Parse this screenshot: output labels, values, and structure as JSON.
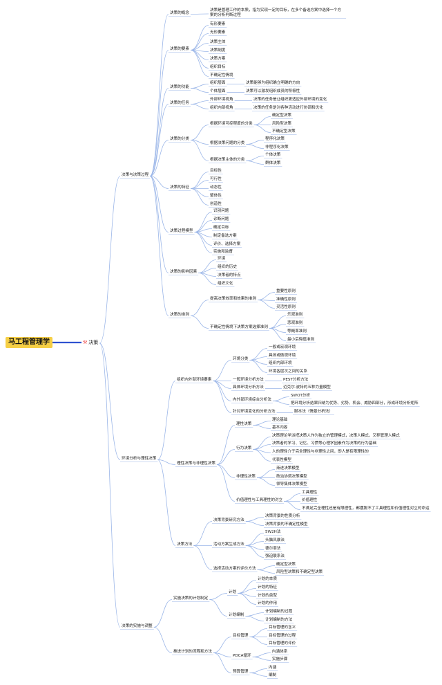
{
  "root": "马工程管理学",
  "main_topic": "决策",
  "main_icon": "tool-icon",
  "colors": {
    "root_bg": "#f6cf45",
    "root_link": "#2f52d0",
    "branch": "#9bb6e8"
  },
  "n": {
    "a": "决策与决策过程",
    "a1": "决策的概念",
    "a1a": "决策是管理工作的本质，指为实现一定的目标，在多个备选方案中选择一个方案的分析判断过程",
    "a2": "决策的要素",
    "a2a": "有形要素",
    "a2b": "无形要素",
    "a2c": "决策主体",
    "a2d": "决策制度",
    "a2e": "决策方案",
    "a2f": "组织目标",
    "a2g": "不确定性情境",
    "a3": "决策的功能",
    "a3a": "组织层面",
    "a3a1": "决策能够为组织确立明确的方向",
    "a3b": "个体层面",
    "a3b1": "决策可以激发组织成员的积极性",
    "a4": "决策的任务",
    "a4a": "外部环境视角",
    "a4a1": "决策的任务是让组织更适应外部环境的变化",
    "a4b": "组织内部视角",
    "a4b1": "决策的任务是对各种活动进行协调和优化",
    "a5": "决策的分类",
    "a5a": "根据环境可控程度的分类",
    "a5a1": "确定型决策",
    "a5a2": "风险型决策",
    "a5a3": "不确定型决策",
    "a5b": "根据决策问题的分类",
    "a5b1": "程序化决策",
    "a5b2": "非程序化决策",
    "a5c": "根据决策主体的分类",
    "a5c1": "个体决策",
    "a5c2": "群体决策",
    "a6": "决策的特征",
    "a6a": "目标性",
    "a6b": "可行性",
    "a6c": "动态性",
    "a6d": "整体性",
    "a6e": "创造性",
    "a7": "决策过程模型",
    "a7a": "识别问题",
    "a7b": "诊断问题",
    "a7c": "确定目标",
    "a7d": "制定备选方案",
    "a7e": "评价、选择方案",
    "a7f": "实施和监督",
    "a8": "决策的影响因素",
    "a8a": "环境",
    "a8b": "组织的历史",
    "a8c": "决策者的特点",
    "a8d": "组织文化",
    "a9": "决策的准则",
    "a9a": "提高决策效率和效果的准则",
    "a9a1": "重要性原则",
    "a9a2": "准确性原则",
    "a9a3": "灵活性原则",
    "a9b": "不确定性情境下决策方案选择准则",
    "a9b1": "乐观准则",
    "a9b2": "悲观准则",
    "a9b3": "等概率准则",
    "a9b4": "最小后悔值准则",
    "b": "环境分析与理性决策",
    "b1": "组织内外部环境要素",
    "b1a": "环境分类",
    "b1a1": "一般或宏观环境",
    "b1a2": "具体或微观环境",
    "b1a3": "组织内部环境",
    "b1a4": "环境各层次之间的关系",
    "b1b": "一般环境分析方法",
    "b1b1": "PEST分析方法",
    "b1c": "具体环境分析方法",
    "b1c1": "迈克尔·波特的五种力量模型",
    "b1d": "内外部环境综合分析法",
    "b1d1": "SWOT分析",
    "b1d2": "把环境分析结果归纳为优势、劣势、机会、威胁四部分，形成环境分析矩阵",
    "b1e": "针对环境变化的分析方法",
    "b1e1": "脚本法（情景分析法）",
    "b2": "理性决策与非理性决策",
    "b2a": "理性决策",
    "b2a1": "理论基础",
    "b2a2": "基本内容",
    "b2b": "行为决策",
    "b2b1": "决策理论学派把决策人作为独立的管理模式，决策人模式，又称管理人模式",
    "b2b2": "决策者的学习、记忆、习惯等心理学因素作为决策的行为基础",
    "b2b3": "人的理性介于完全理性与非理性之间，即人是有限理性的",
    "b2b4": "代表性模型",
    "b2c": "非理性决策",
    "b2c1": "渐进决策模型",
    "b2c2": "政治协调决策模型",
    "b2c3": "领导集体决策模型",
    "b2d": "价值理性与工具理性的对立",
    "b2d1": "工具理性",
    "b2d2": "价值理性",
    "b2d3": "不满足完全理性还是有限理性，都摆脱不了工具理性和价值理性对立的命运",
    "b3": "决策方法",
    "b3a": "决策背景研究方法",
    "b3a1": "决策背景的性质分析",
    "b3a2": "决策背景的不确定性模型",
    "b3b": "活动方案生成方法",
    "b3b1": "5W2H法",
    "b3b2": "头脑风暴法",
    "b3b3": "德尔菲法",
    "b3b4": "强迫联系法",
    "b3c": "选择活动方案的评价方法",
    "b3c1": "确定型决策",
    "b3c2": "风险型决策和不确定型决策",
    "c": "决策的实施与调整",
    "c1": "实施决策的计划制定",
    "c1a": "计划",
    "c1a1": "计划的本质",
    "c1a2": "计划的特征",
    "c1a3": "计划的类型",
    "c1a4": "计划的作用",
    "c1b": "计划编制",
    "c1b1": "计划编制的过程",
    "c1b2": "计划编制的方法",
    "c2": "推进计划的流程和方法",
    "c2a": "目标管理",
    "c2a1": "目标管理的含义",
    "c2a2": "目标管理的过程",
    "c2a3": "目标管理的评价",
    "c2b": "PDCA循环",
    "c2b1": "内涵体系",
    "c2b2": "实施步骤",
    "c2c": "预算管理",
    "c2c1": "内涵",
    "c2c2": "编制"
  }
}
